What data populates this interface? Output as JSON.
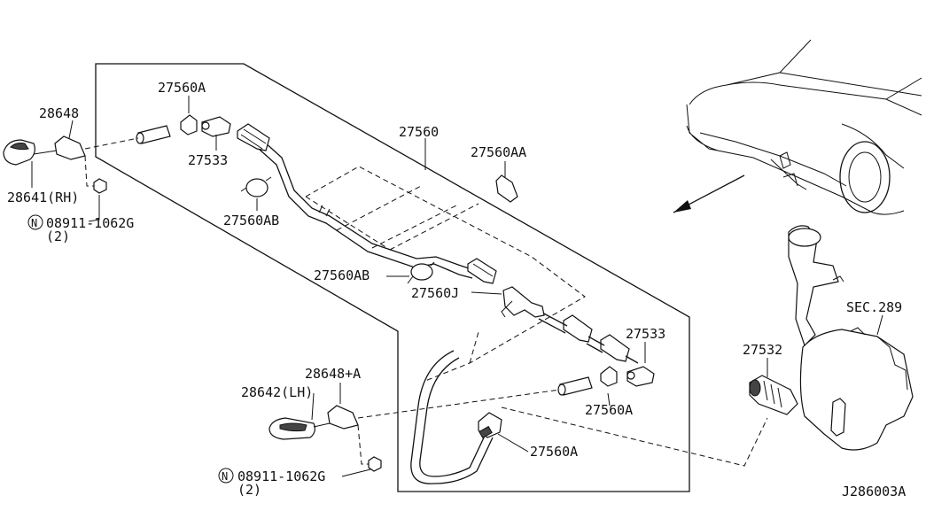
{
  "diagram_id": "J286003A",
  "labels": {
    "p28648": "28648",
    "p28641": "28641(RH)",
    "n08911_top": "08911-1062G",
    "qty_top": "(2)",
    "p27560A_top": "27560A",
    "p27533_top": "27533",
    "p27560AB_top": "27560AB",
    "p27560": "27560",
    "p27560AA": "27560AA",
    "p27560AB_mid": "27560AB",
    "p27560J": "27560J",
    "p27533_right": "27533",
    "p27560A_right": "27560A",
    "p28648A": "28648+A",
    "p28642": "28642(LH)",
    "p27560A_bottom": "27560A",
    "n08911_bottom": "08911-1062G",
    "qty_bottom": "(2)",
    "p27532": "27532",
    "sec289": "SEC.289"
  },
  "nut_symbol": "N"
}
